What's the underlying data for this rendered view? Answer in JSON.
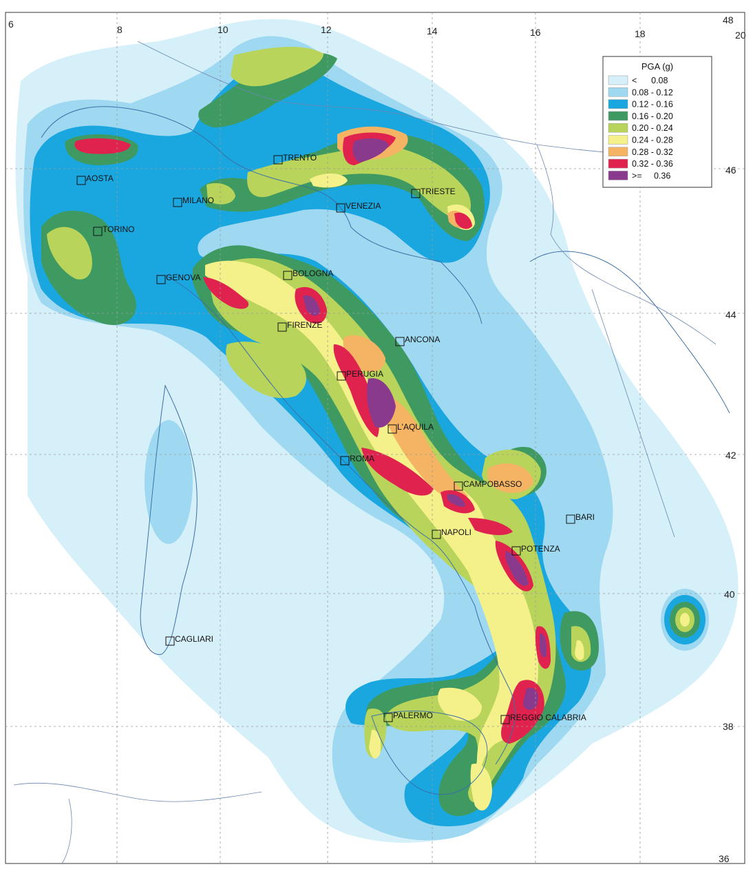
{
  "map": {
    "legend": {
      "title": "PGA (g)",
      "classes": [
        {
          "label": "<      0.08",
          "color": "#d6f0fa"
        },
        {
          "label": "0.08 - 0.12",
          "color": "#9fd9f1"
        },
        {
          "label": "0.12 - 0.16",
          "color": "#1aa7e0"
        },
        {
          "label": "0.16 - 0.20",
          "color": "#3f9a62"
        },
        {
          "label": "0.20 - 0.24",
          "color": "#b9d45a"
        },
        {
          "label": "0.24 - 0.28",
          "color": "#f4f08a"
        },
        {
          "label": "0.28 - 0.32",
          "color": "#f4b464"
        },
        {
          "label": "0.32 - 0.36",
          "color": "#e0234e"
        },
        {
          "label": ">=     0.36",
          "color": "#8a3a8c"
        }
      ]
    },
    "longitude_labels": [
      "6",
      "8",
      "10",
      "12",
      "14",
      "16",
      "18",
      "20"
    ],
    "latitude_labels": [
      "48",
      "46",
      "44",
      "42",
      "40",
      "38",
      "36"
    ],
    "cities": [
      {
        "name": "AOSTA"
      },
      {
        "name": "TRENTO"
      },
      {
        "name": "TRIESTE"
      },
      {
        "name": "MILANO"
      },
      {
        "name": "VENEZIA"
      },
      {
        "name": "TORINO"
      },
      {
        "name": "GENOVA"
      },
      {
        "name": "BOLOGNA"
      },
      {
        "name": "FIRENZE"
      },
      {
        "name": "ANCONA"
      },
      {
        "name": "PERUGIA"
      },
      {
        "name": "L'AQUILA"
      },
      {
        "name": "ROMA"
      },
      {
        "name": "CAMPOBASSO"
      },
      {
        "name": "BARI"
      },
      {
        "name": "NAPOLI"
      },
      {
        "name": "POTENZA"
      },
      {
        "name": "CAGLIARI"
      },
      {
        "name": "PALERMO"
      },
      {
        "name": "REGGIO CALABRIA"
      }
    ]
  }
}
